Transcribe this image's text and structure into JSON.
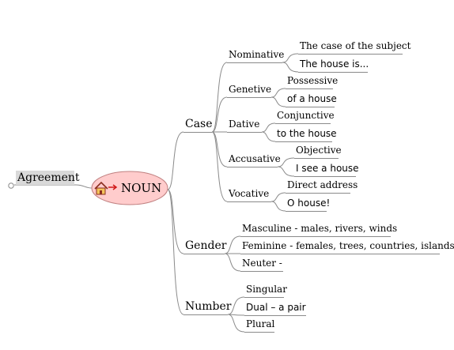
{
  "root": {
    "label": "NOUN",
    "icon": "home-link-icon",
    "fill": "#ffcccc",
    "stroke": "#c08080"
  },
  "link_node": {
    "label": "Agreement",
    "highlight": "#d9d9d9"
  },
  "branches": [
    {
      "label": "Case",
      "children": [
        {
          "label": "Nominative",
          "children": [
            {
              "label": "The case of the subject"
            },
            {
              "label": "The house is..."
            }
          ]
        },
        {
          "label": "Genetive",
          "children": [
            {
              "label": "Possessive"
            },
            {
              "label": "of a house"
            }
          ]
        },
        {
          "label": "Dative",
          "children": [
            {
              "label": "Conjunctive"
            },
            {
              "label": "to the house"
            }
          ]
        },
        {
          "label": "Accusative",
          "children": [
            {
              "label": "Objective"
            },
            {
              "label": "I see a house"
            }
          ]
        },
        {
          "label": "Vocative",
          "children": [
            {
              "label": "Direct address"
            },
            {
              "label": "O house!"
            }
          ]
        }
      ]
    },
    {
      "label": "Gender",
      "children": [
        {
          "label": "Masculine - males, rivers, winds"
        },
        {
          "label": "Feminine - females, trees, countries, islands"
        },
        {
          "label": "Neuter -"
        }
      ]
    },
    {
      "label": "Number",
      "children": [
        {
          "label": "Singular"
        },
        {
          "label": "Dual – a pair"
        },
        {
          "label": "Plural"
        }
      ]
    }
  ]
}
